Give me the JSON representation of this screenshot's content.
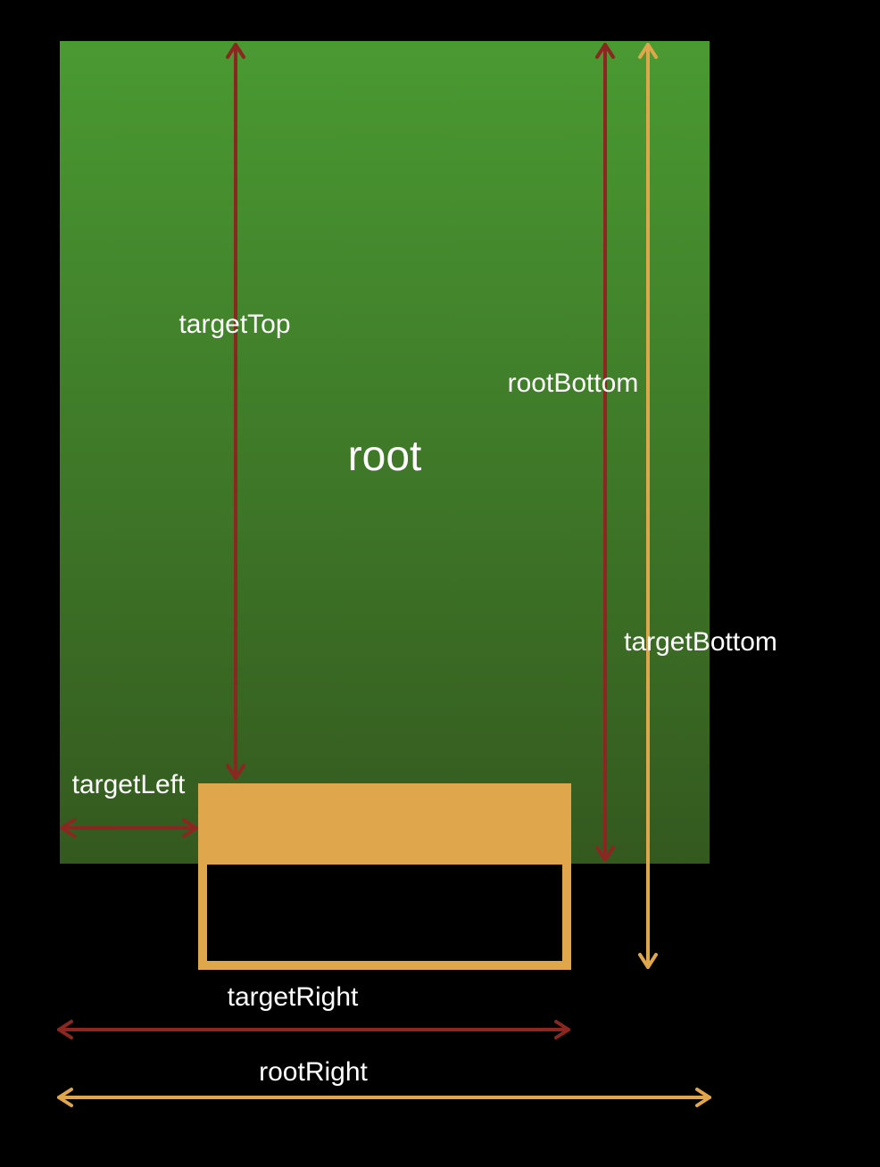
{
  "labels": {
    "root": "root",
    "target_top": "targetTop",
    "root_bottom": "rootBottom",
    "target_bottom": "targetBottom",
    "target_left": "targetLeft",
    "target_right": "targetRight",
    "root_right": "rootRight"
  },
  "colors": {
    "background": "#000000",
    "root_gradient_top": "#4a9a32",
    "root_gradient_bottom": "#34591f",
    "target": "#dfa64b",
    "arrow_red": "#8b2720",
    "arrow_orange": "#dfa64b",
    "text": "#ffffff"
  }
}
